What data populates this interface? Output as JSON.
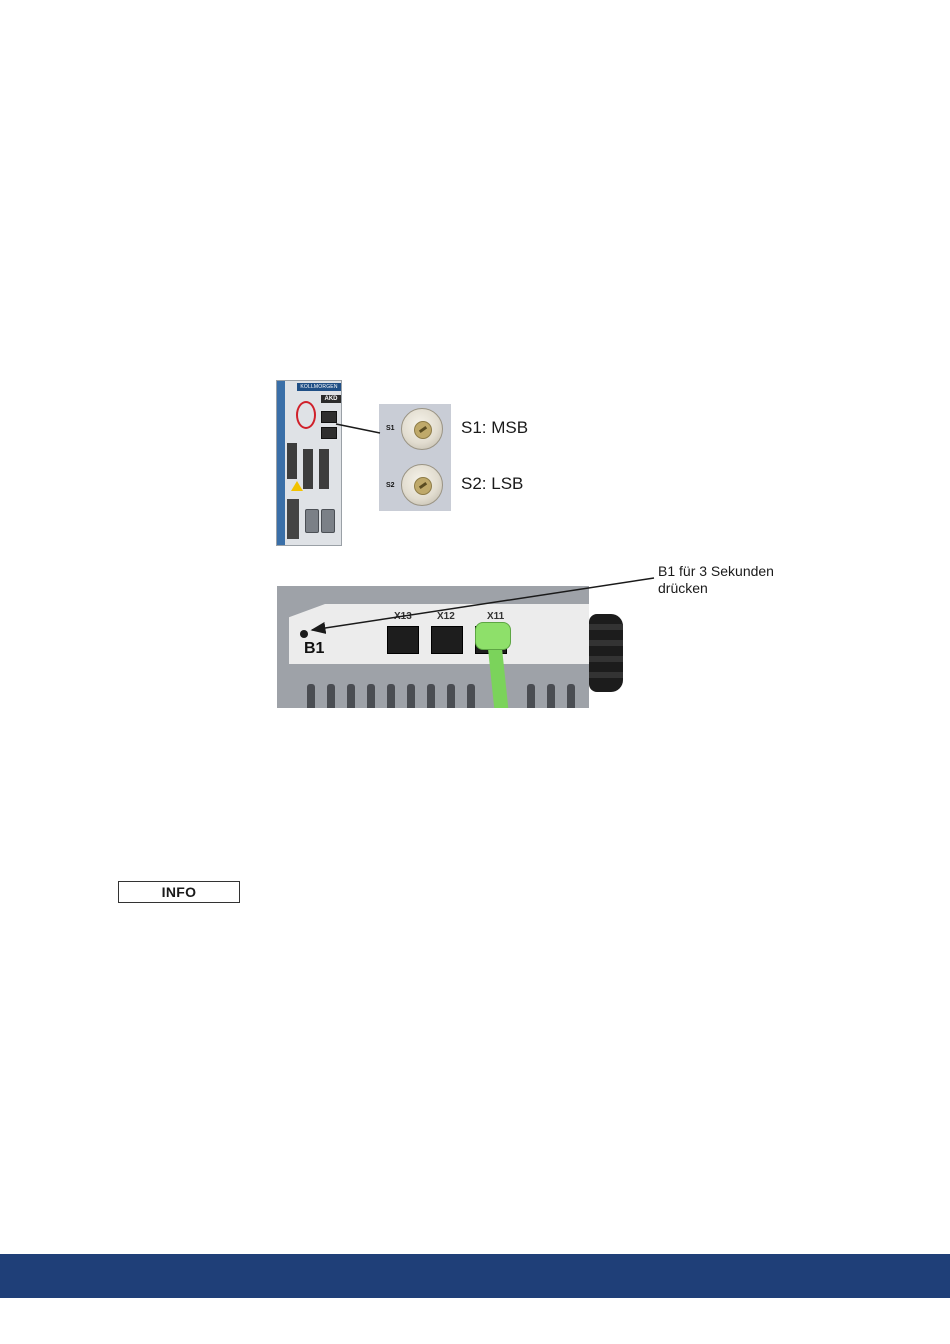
{
  "figure": {
    "drive_front": {
      "brand_label": "KOLLMORGEN",
      "model_label": "AKD"
    },
    "switches": [
      {
        "tag": "S1",
        "callout": "S1: MSB"
      },
      {
        "tag": "S2",
        "callout": "S2: LSB"
      }
    ],
    "drive_top": {
      "ports": [
        "X13",
        "X12",
        "X11"
      ],
      "button_label": "B1",
      "callout_line1": "B1 für 3 Sekunden",
      "callout_line2": "drücken"
    },
    "highlight_color": "#d0202a"
  },
  "info_label": "INFO",
  "colors": {
    "footer": "#1f3f78",
    "cable": "#7bd35b"
  }
}
